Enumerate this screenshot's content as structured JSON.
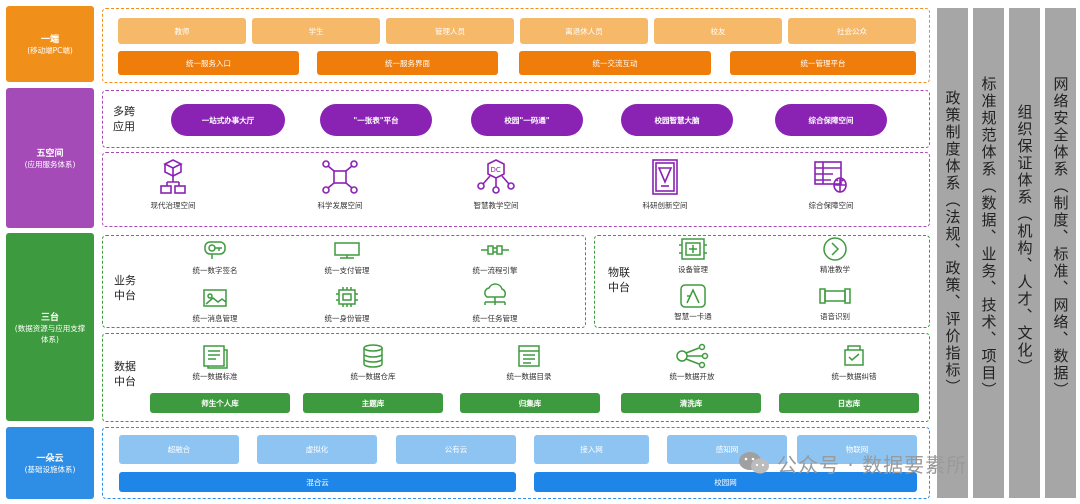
{
  "left": {
    "layer1": {
      "title": "一端",
      "sub": "(移动端PC端)"
    },
    "layer2": {
      "title": "五空间",
      "sub": "(应用服务体系)"
    },
    "layer3": {
      "title": "三台",
      "sub": "(数据资源与应用支撑体系)"
    },
    "layer4": {
      "title": "一朵云",
      "sub": "(基础设施体系)"
    }
  },
  "terminal": {
    "users": [
      "教师",
      "学生",
      "管理人员",
      "离退休人员",
      "校友",
      "社会公众"
    ],
    "portals": [
      "统一服务入口",
      "统一服务界面",
      "统一交流互动",
      "统一管理平台"
    ]
  },
  "apps": {
    "label": "多跨应用",
    "pills": [
      "一站式办事大厅",
      "\"一张表\"平台",
      "校园\"一码通\"",
      "校园智慧大脑",
      "综合保障空间"
    ],
    "spaces": [
      "现代治理空间",
      "科学发展空间",
      "智慧教学空间",
      "科研创新空间",
      "综合保障空间"
    ]
  },
  "business": {
    "label": "业务中台",
    "items": [
      "统一数字签名",
      "统一支付管理",
      "统一流程引擎",
      "统一消息管理",
      "统一身份管理",
      "统一任务管理"
    ]
  },
  "iot": {
    "label": "物联中台",
    "items": [
      "设备管理",
      "精准教学",
      "智慧一卡通",
      "语音识别"
    ]
  },
  "data": {
    "label": "数据中台",
    "items": [
      "统一数据标准",
      "统一数据仓库",
      "统一数据目录",
      "统一数据开放",
      "统一数据纠错"
    ],
    "libs": [
      "师生个人库",
      "主题库",
      "归集库",
      "清洗库",
      "日志库"
    ]
  },
  "cloud": {
    "boxes": [
      "超融合",
      "虚拟化",
      "公有云",
      "接入网",
      "感知网",
      "物联网"
    ],
    "bottom": [
      "混合云",
      "校园网"
    ]
  },
  "right": [
    "政策制度体系（法规、政策、评价指标）",
    "标准规范体系（数据、业务、技术、项目）",
    "组织保证体系（机构、人才、文化）",
    "网络安全体系（制度、标准、网络、数据）"
  ],
  "watermark": "公众号 · 数据要素所",
  "colors": {
    "orange": "#f0901a",
    "purple": "#a54bb8",
    "green": "#3e9a3e",
    "blue": "#2e8ee6",
    "gray": "#a6a6a6",
    "pill": "#8a22b3"
  }
}
